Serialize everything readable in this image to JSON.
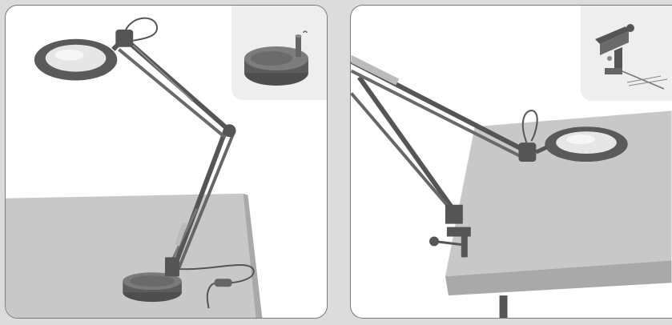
{
  "panels": [
    {
      "id": "desk-base-setup",
      "inset_icon": "weighted-base-icon",
      "main_illustration": "magnifier-lamp-on-base"
    },
    {
      "id": "desk-clamp-setup",
      "inset_icon": "desk-clamp-icon",
      "main_illustration": "magnifier-lamp-on-clamp"
    }
  ],
  "colors": {
    "background": "#dcdcdc",
    "panel": "#ffffff",
    "panel_border": "#7a7a7a",
    "inset": "#eeeeee",
    "table_top": "#c8c8c8",
    "table_edge": "#a9a9a9",
    "metal_dark": "#555555",
    "metal_mid": "#7a7a7a",
    "lens": "#e6e6e6"
  }
}
